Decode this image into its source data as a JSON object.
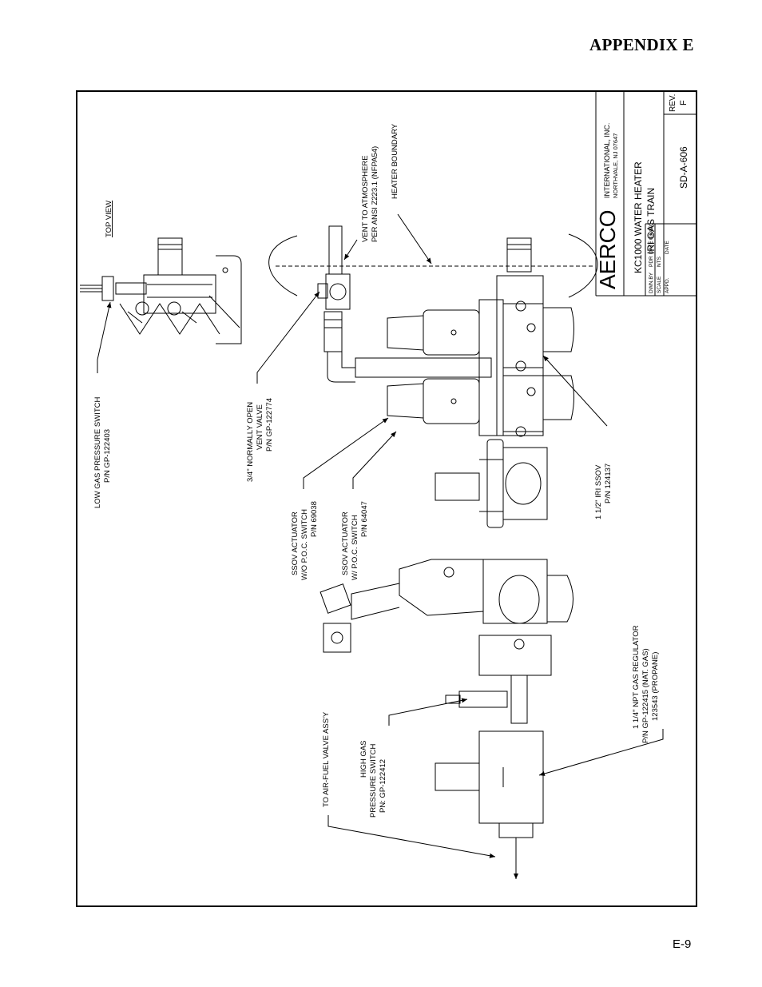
{
  "header": {
    "appendix": "APPENDIX E"
  },
  "footer": {
    "page": "E-9"
  },
  "title_block": {
    "company": "AERCO",
    "company_line1": "INTERNATIONAL, INC.",
    "company_line2": "NORTHVALE, NJ  07647",
    "title_line1": "KC1000 WATER HEATER",
    "title_line2": "IRI GAS TRAIN",
    "drawing_no": "SD-A-606",
    "rev_label": "REV.",
    "rev_value": "F",
    "dwn_by_label": "DWN.BY",
    "dwn_by_value": "PDR",
    "date_label": "DATE",
    "date_value": "030801",
    "scale_label": "SCALE",
    "scale_value": "NTS",
    "appd_label": "APPD.",
    "appd_date_label": "DATE"
  },
  "labels": {
    "top_view": "TOP VIEW",
    "vent_line1": "VENT TO ATMOSPHERE",
    "vent_line2": "PER ANSI Z223.1 (NFPA54)",
    "heater_boundary": "HEATER BOUNDARY",
    "low_gas_line1": "LOW GAS PRESSURE SWITCH",
    "low_gas_line2": "P/N GP-122403",
    "vent_valve_line1": "3/4\" NORMALLY OPEN",
    "vent_valve_line2": "VENT VALVE",
    "vent_valve_line3": "P/N GP-122774",
    "ssov_a_line1": "SSOV ACTUATOR",
    "ssov_a_line2": "W/O P.O.C. SWITCH",
    "ssov_a_line3": "P/N 69038",
    "ssov_b_line1": "SSOV ACTUATOR",
    "ssov_b_line2": "W/ P.O.C. SWITCH",
    "ssov_b_line3": "P/N 64047",
    "iri_line1": "1 1/2\" IRI SSOV",
    "iri_line2": "P/N 124137",
    "air_fuel": "TO AIR-FUEL VALVE ASS'Y",
    "high_gas_line1": "HIGH GAS",
    "high_gas_line2": "PRESSURE SWITCH",
    "high_gas_line3": "PN: GP-122412",
    "reg_line1": "1 1/4\" NPT GAS REGULATOR",
    "reg_line2": "P/N  GP-122415 (NAT. GAS)",
    "reg_line3": "123543 (PROPANE)"
  }
}
